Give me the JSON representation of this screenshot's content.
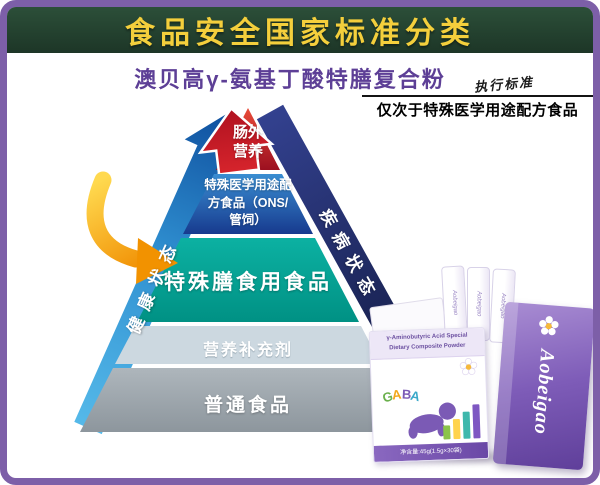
{
  "header": {
    "banner_title": "食品安全国家标准分类",
    "subtitle": "澳贝高γ-氨基丁酸特膳复合粉",
    "exec_note": "执行标准",
    "exec_detail": "仅次于特殊医学用途配方食品"
  },
  "pyramid": {
    "left_axis_label": "健康状态",
    "right_axis_label": "疾病状态",
    "levels": [
      {
        "id": "parenteral-nutrition",
        "label": "肠外\n营养",
        "color": "#c4161f"
      },
      {
        "id": "special-medical-formula",
        "label": "特殊医学用途配\n方食品（ONS/\n管饲）",
        "color": "#1e4f9c"
      },
      {
        "id": "special-dietary-food",
        "label": "特殊膳食用食品",
        "color": "#00a295"
      },
      {
        "id": "nutrition-supplement",
        "label": "营养补充剂",
        "color": "#ccd8e0"
      },
      {
        "id": "ordinary-food",
        "label": "普通食品",
        "color": "#a0a9b0"
      }
    ]
  },
  "product": {
    "brand": "Aobeigao",
    "box_title_line1": "γ-Aminobutyric Acid Special",
    "box_title_line2": "Dietary Composite Powder",
    "gaba": [
      "G",
      "A",
      "B",
      "A"
    ],
    "net_weight": "净含量:45g(1.5g×30袋)"
  },
  "colors": {
    "frame": "#7d5fa8",
    "banner_bg": "#21392a",
    "banner_text": "#f4cf3c",
    "subtitle_text": "#5d3f96",
    "left_arrow": "#2f8fd0",
    "right_arrow": "#1c2a63",
    "red_arrow": "#c4161f",
    "orange_arrow": "#f29200",
    "teal_band": "#00a295"
  }
}
